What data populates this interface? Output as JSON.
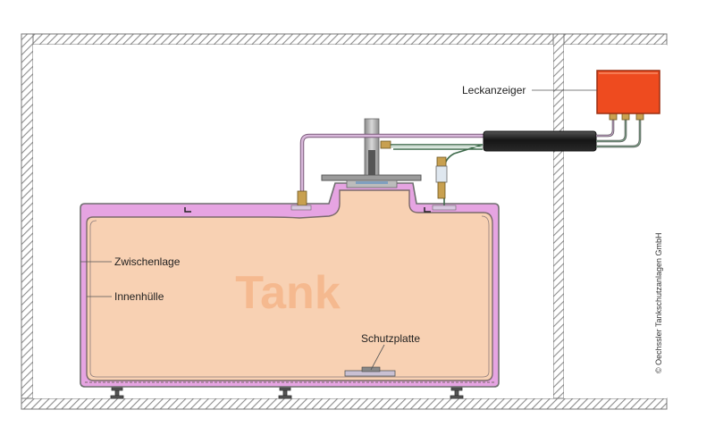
{
  "labels": {
    "leak_detector": "Leckanzeiger",
    "tank": "Tank",
    "interlayer": "Zwischenlage",
    "inner_shell": "Innenhülle",
    "protection_plate": "Schutzplatte"
  },
  "copyright": "© Oechssler Tankschutzanlagen GmbH",
  "colors": {
    "tank_fill": "#f8d1b3",
    "tank_word": "#f5b98f",
    "interlayer": "#e6a4e2",
    "outline": "#6f6f6f",
    "leak_detector": "#ee4b1f",
    "wall_hatch": "#9a9a9a",
    "hose_dark": "#2a2a2a",
    "pipe_violet": "#c6a3c9",
    "fitting_brass": "#c8a050",
    "hose_green": "#3f6b4c"
  }
}
